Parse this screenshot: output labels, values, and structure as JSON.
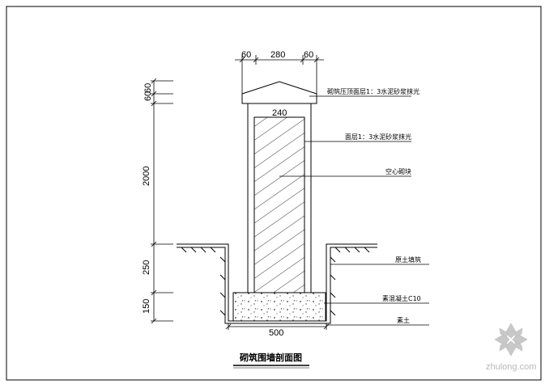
{
  "drawing": {
    "title": "砌筑围墙剖面图",
    "top_dims": [
      "60",
      "280",
      "60"
    ],
    "inner_dim": "240",
    "bottom_dim": "500",
    "left_dims": [
      "60",
      "60",
      "2000",
      "250",
      "150"
    ],
    "callouts": [
      "砌筑压顶面层1：3水泥砂浆抹光",
      "面层1：3水泥砂浆抹光",
      "空心砌块",
      "原土填筑",
      "素混凝土C10",
      "素土"
    ],
    "watermark": "zhulong.com"
  }
}
